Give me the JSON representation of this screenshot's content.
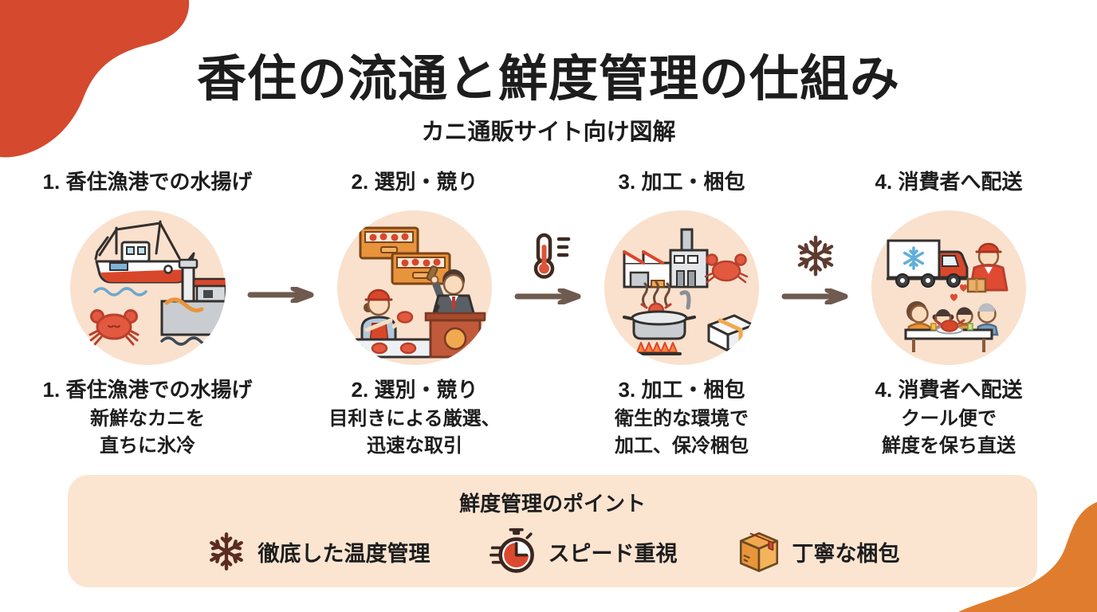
{
  "title": "香住の流通と鮮度管理の仕組み",
  "subtitle": "カニ通販サイト向け図解",
  "steps": [
    {
      "header": "1. 香住漁港での水揚げ",
      "caption_title": "1. 香住漁港での水揚げ",
      "desc1": "新鮮なカニを",
      "desc2": "直ちに氷冷",
      "illustration": "fishing-boat-port-crab-scene"
    },
    {
      "header": "2. 選別・競り",
      "caption_title": "2. 選別・競り",
      "desc1": "目利きによる厳選、",
      "desc2": "迅速な取引",
      "illustration": "crab-crates-sorting-auction-scene"
    },
    {
      "header": "3. 加工・梱包",
      "caption_title": "3. 加工・梱包",
      "desc1": "衛生的な環境で",
      "desc2": "加工、保冷梱包",
      "illustration": "factory-boiling-pot-packing-box-scene"
    },
    {
      "header": "4. 消費者へ配送",
      "caption_title": "4. 消費者へ配送",
      "desc1": "クール便で",
      "desc2": "鮮度を保ち直送",
      "illustration": "refrigerated-truck-courier-family-scene"
    }
  ],
  "connectors": [
    {
      "icons": [
        "arrow-icon"
      ]
    },
    {
      "icons": [
        "thermometer-icon",
        "arrow-icon"
      ]
    },
    {
      "icons": [
        "snowflake-icon",
        "arrow-icon"
      ]
    }
  ],
  "points_box": {
    "title": "鮮度管理のポイント",
    "items": [
      {
        "icon": "snowflake-icon",
        "label": "徹底した温度管理"
      },
      {
        "icon": "stopwatch-icon",
        "label": "スピード重視"
      },
      {
        "icon": "package-box-icon",
        "label": "丁寧な梱包"
      }
    ]
  },
  "colors": {
    "corner_red": "#D5492E",
    "corner_orange": "#E07C2E",
    "panel_peach": "#FBE5D1",
    "circle_peach": "#FAE1CD",
    "arrow_brown": "#6F5A50",
    "icon_dark_brown": "#53352C",
    "crab_red": "#E25940",
    "text": "#1D1D1D"
  }
}
